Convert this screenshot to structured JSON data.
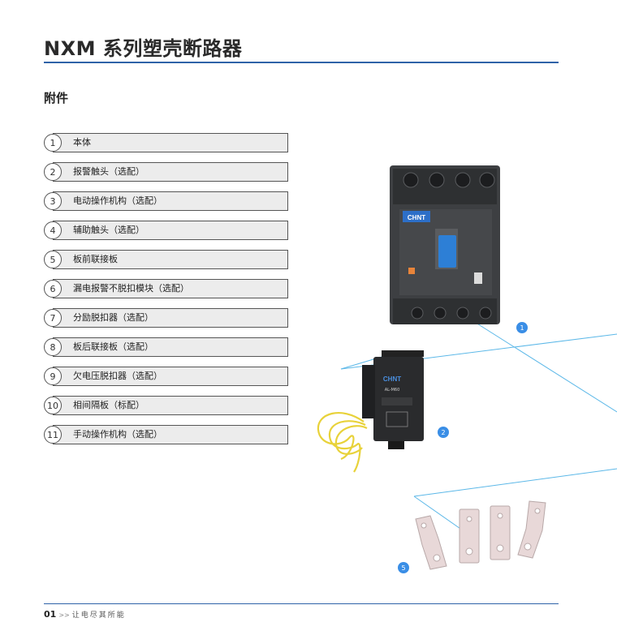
{
  "header": {
    "title": "NXM 系列塑壳断路器"
  },
  "section": {
    "title": "附件"
  },
  "parts": [
    {
      "num": "1",
      "label": "本体"
    },
    {
      "num": "2",
      "label": "报警触头（选配）"
    },
    {
      "num": "3",
      "label": "电动操作机构（选配）"
    },
    {
      "num": "4",
      "label": "辅助触头（选配）"
    },
    {
      "num": "5",
      "label": "板前联接板"
    },
    {
      "num": "6",
      "label": "漏电报警不脱扣模块（选配）"
    },
    {
      "num": "7",
      "label": "分励脱扣器（选配）"
    },
    {
      "num": "8",
      "label": "板后联接板（选配）"
    },
    {
      "num": "9",
      "label": "欠电压脱扣器（选配）"
    },
    {
      "num": "10",
      "label": "相间隔板（标配）"
    },
    {
      "num": "11",
      "label": "手动操作机构（选配）"
    }
  ],
  "callouts": {
    "breaker": "1",
    "alarm_contact": "2",
    "connection_plates": "5"
  },
  "product_labels": {
    "brand": "CHNT",
    "module_model": "AL-M60"
  },
  "footer": {
    "page_number": "01",
    "arrows": ">>",
    "slogan": "让电尽其所能"
  },
  "colors": {
    "accent_blue": "#2f63a8",
    "callout_blue": "#3a8ee6",
    "guide_line": "#5cb8e8",
    "breaker_body": "#3d3f42",
    "handle_blue": "#2d7fd6",
    "plate_metal": "#e8d8d8",
    "wire_yellow": "#e8d23a"
  }
}
